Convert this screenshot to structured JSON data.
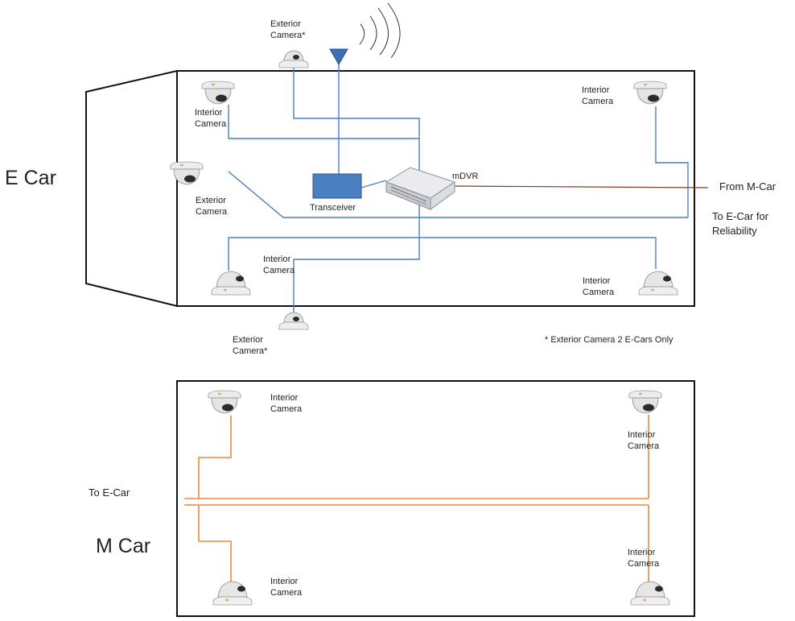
{
  "e_car": {
    "title": "E Car",
    "labels": {
      "ext_top": [
        "Exterior",
        "Camera*"
      ],
      "int_tl": [
        "Interior",
        "Camera"
      ],
      "int_tr": [
        "Interior",
        "Camera"
      ],
      "ext_left": [
        "Exterior",
        "Camera"
      ],
      "int_bm": [
        "Interior",
        "Camera"
      ],
      "int_br": [
        "Interior",
        "Camera"
      ],
      "ext_bottom": [
        "Exterior",
        "Camera*"
      ],
      "transceiver": "Transceiver",
      "mdvr": "mDVR",
      "from_mcar": "From M-Car",
      "to_ecar": [
        "To E-Car for",
        "Reliability"
      ],
      "footnote": "* Exterior Camera 2 E-Cars Only"
    }
  },
  "m_car": {
    "title": "M Car",
    "labels": {
      "int_tl": [
        "Interior",
        "Camera"
      ],
      "int_tr": [
        "Interior",
        "Camera"
      ],
      "int_bl": [
        "Interior",
        "Camera"
      ],
      "int_br": [
        "Interior",
        "Camera"
      ],
      "to_ecar": "To E-Car"
    }
  },
  "colors": {
    "e_car_cabling": "#4a7fc1",
    "m_car_cabling": "#e8893c",
    "m_car_link": "#8b3a1a",
    "transceiver": "#4a7fc1"
  },
  "icons": [
    "dome-camera-icon",
    "antenna-icon",
    "wireless-signal-icon",
    "transceiver-icon",
    "mdvr-icon"
  ]
}
